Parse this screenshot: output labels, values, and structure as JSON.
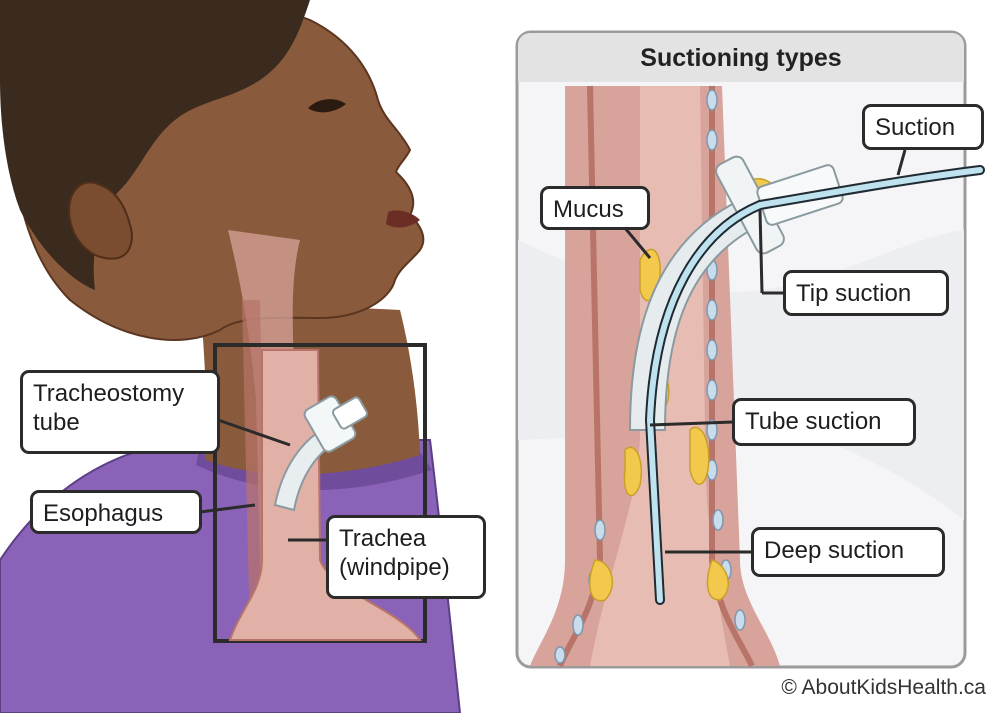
{
  "panel": {
    "title": "Suctioning types"
  },
  "labels": {
    "tracheostomy_tube_line1": "Tracheostomy",
    "tracheostomy_tube_line2": "tube",
    "esophagus": "Esophagus",
    "trachea_line1": "Trachea",
    "trachea_line2": "(windpipe)",
    "mucus": "Mucus",
    "suction": "Suction",
    "tip_suction": "Tip suction",
    "tube_suction": "Tube suction",
    "deep_suction": "Deep suction"
  },
  "footer": {
    "copyright": "© AboutKidsHealth.ca"
  },
  "colors": {
    "skin": "#8a5a3c",
    "skin_shadow": "#6e4429",
    "hair": "#3b2a1e",
    "shirt": "#8a63b8",
    "shirt_dark": "#6f4c9c",
    "tissue": "#d7a39a",
    "tissue_dark": "#b87468",
    "mucus": "#f2c94c",
    "catheter": "#bfe3ee",
    "panel_header": "#e3e3e3",
    "outline": "#2b2b2b"
  }
}
